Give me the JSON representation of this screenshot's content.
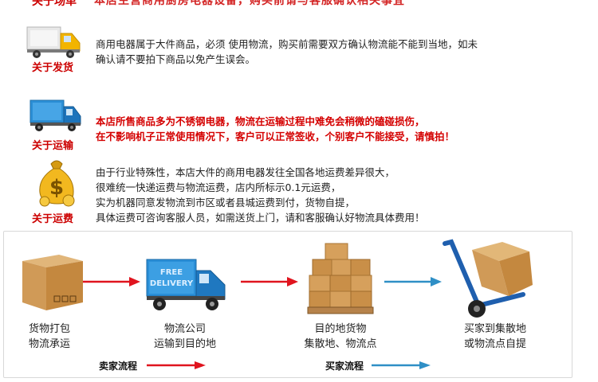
{
  "top": {
    "label": "关于场单",
    "text": "本店主营商用厨房电器设备，购买前请与客服确认相关事宜"
  },
  "sections": [
    {
      "label": "关于发货",
      "icon": "delivery-truck-icon",
      "lines": [
        "商用电器属于大件商品，必须  使用物流，购买前需要双方确认物流能不能到当地，如未",
        "确认请不要拍下商品以免产生误会。"
      ],
      "style": "black"
    },
    {
      "label": "关于运输",
      "icon": "blue-truck-icon",
      "lines": [
        "本店所售商品多为不锈钢电器，物流在运输过程中难免会稍微的磕碰损伤，",
        "在不影响机子正常使用情况下，客户可以正常签收，个别客户不能接受，请慎拍！"
      ],
      "style": "red"
    },
    {
      "label": "关于运费",
      "icon": "money-bag-icon",
      "lines": [
        "由于行业特殊性，本店大件的商用电器发往全国各地运费差异很大，",
        "很难统一快递运费与物流运费，店内所标示0.1元运费，",
        "实为机器同意发物流到市区或者县城运费到付，货物自提，",
        "具体运费可咨询客服人员，如需送货上门，请和客服确认好物流具体费用！"
      ],
      "style": "black"
    }
  ],
  "flow": {
    "truck_text": [
      "FREE",
      "DELIVERY"
    ],
    "steps": [
      {
        "line1": "货物打包",
        "line2": "物流承运",
        "icon": "cardboard-box-icon"
      },
      {
        "line1": "物流公司",
        "line2": "运输到目的地",
        "icon": "free-delivery-truck-icon"
      },
      {
        "line1": "目的地货物",
        "line2": "集散地、物流点",
        "icon": "box-pallet-icon"
      },
      {
        "line1": "买家到集散地",
        "line2": "或物流点自提",
        "icon": "hand-truck-icon"
      }
    ],
    "legend": [
      {
        "label": "卖家流程",
        "color": "#e0141e"
      },
      {
        "label": "买家流程",
        "color": "#2f8fc6"
      }
    ]
  }
}
